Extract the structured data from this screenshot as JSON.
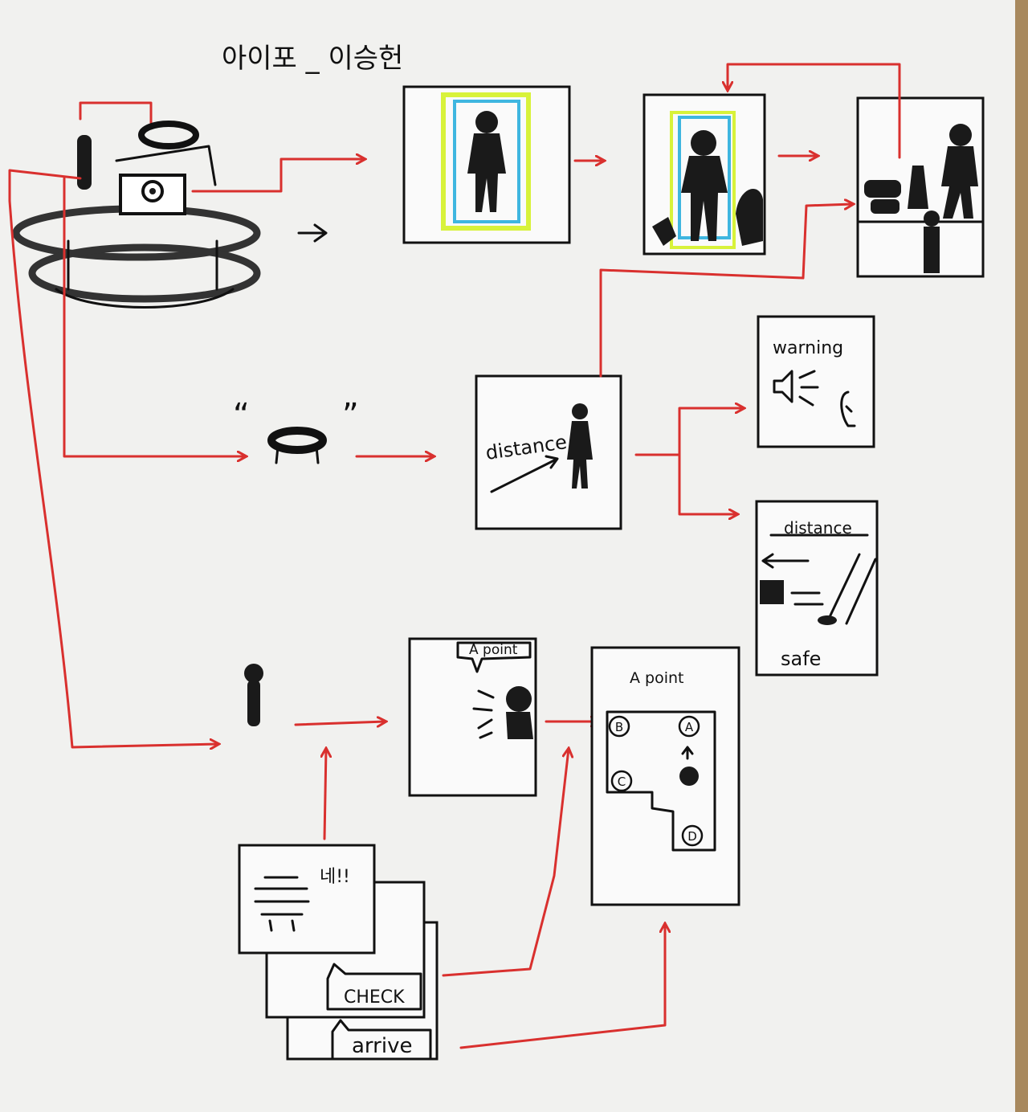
{
  "title": "아이포 _ 이승헌",
  "labels": {
    "distance_panel": "distance",
    "warning": "warning",
    "safe_distance": "distance",
    "safe": "safe",
    "a_point_bubble": "A point",
    "map_title": "A point",
    "robot_speech": "네!!",
    "check": "CHECK",
    "arrive": "arrive"
  },
  "map_points": [
    "B",
    "A",
    "C",
    "D"
  ],
  "colors": {
    "paper": "#f1f1ef",
    "ink": "#111111",
    "arrow_red": "#d9302e",
    "box_yellow": "#d8f23a",
    "box_blue": "#3fb6e0",
    "background": "#a8895e"
  }
}
